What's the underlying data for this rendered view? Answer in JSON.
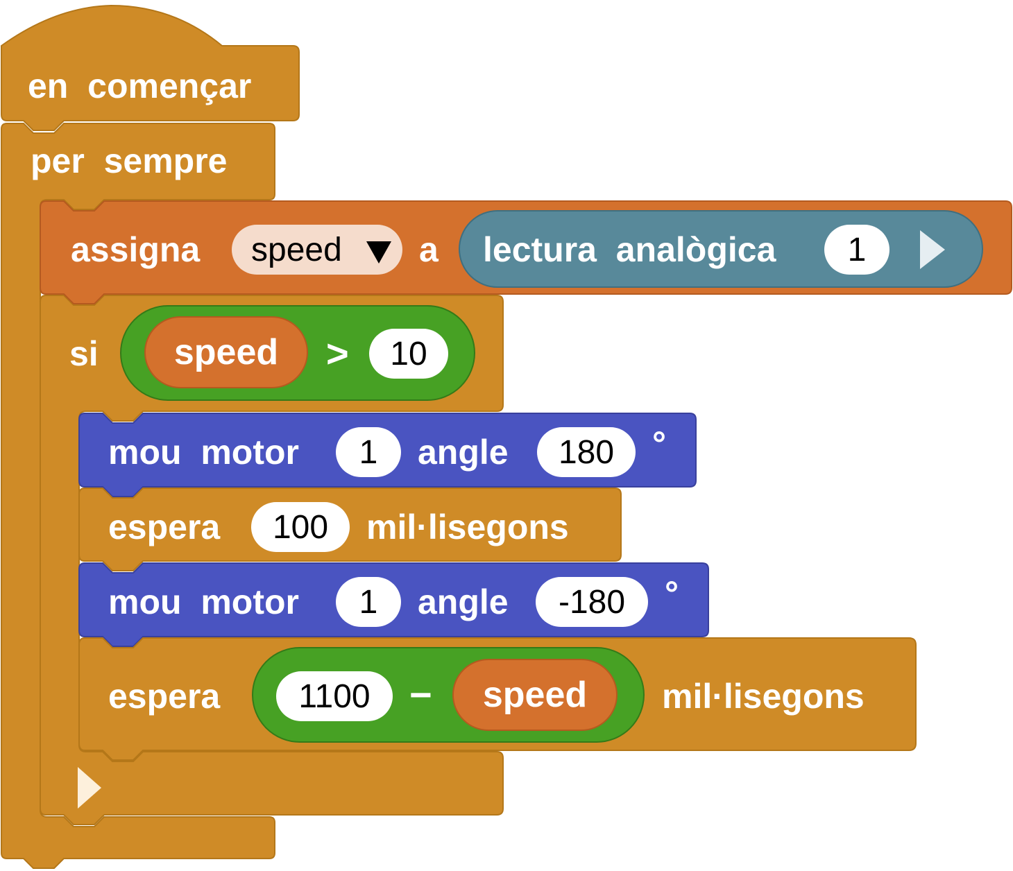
{
  "colors": {
    "control": "#cf8b27",
    "control_border": "#b47719",
    "variable": "#d4712d",
    "variable_border": "#b45a1f",
    "io": "#58899a",
    "motor": "#4a54c1",
    "logic": "#47a124",
    "dropdown_bg": "#f5dccc"
  },
  "icons": [
    "expand-arrow-icon",
    "dropdown-caret-icon",
    "add-else-arrow-icon"
  ],
  "program": {
    "start_block": {
      "label": "en  començar"
    },
    "forever_block": {
      "label": "per  sempre"
    },
    "set_block": {
      "label": "assigna",
      "variable": "speed",
      "to_label": "a",
      "reporter": {
        "label": "lectura  analògica",
        "pin": "1"
      }
    },
    "if_block": {
      "label": "si",
      "condition": {
        "left": "speed",
        "operator": ">",
        "right": "10"
      },
      "body": {
        "move1": {
          "label": "mou  motor",
          "motor": "1",
          "angle_label": "angle",
          "angle": "180",
          "unit": "°"
        },
        "wait1": {
          "label": "espera",
          "value": "100",
          "unit": "mil·lisegons"
        },
        "move2": {
          "label": "mou  motor",
          "motor": "1",
          "angle_label": "angle",
          "angle": "-180",
          "unit": "°"
        },
        "wait2": {
          "label": "espera",
          "left": "1100",
          "operator": "−",
          "right": "speed",
          "unit": "mil·lisegons"
        }
      }
    }
  }
}
